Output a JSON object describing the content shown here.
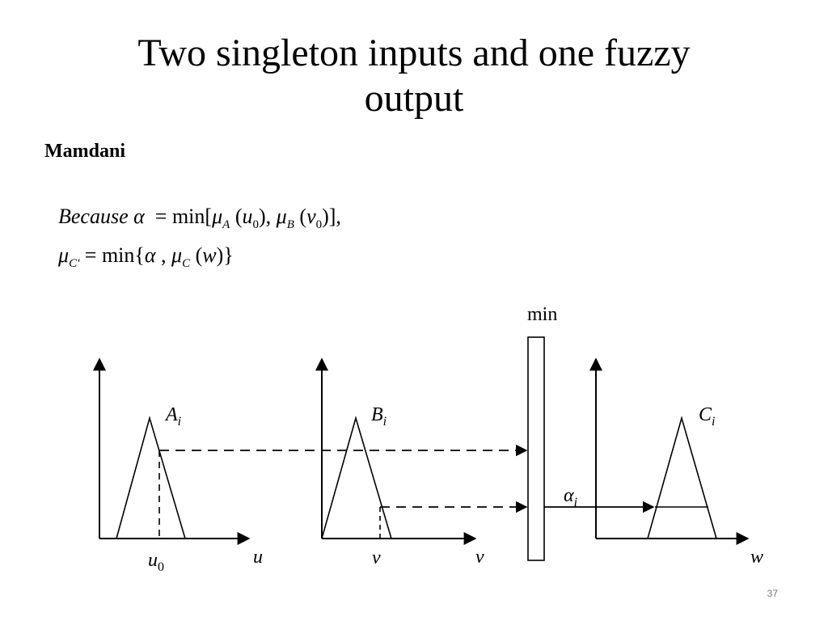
{
  "slide": {
    "title_line1": "Two singleton inputs and one fuzzy",
    "title_line2": "output",
    "subtitle": "Mamdani",
    "page_number": "37"
  },
  "equations": {
    "because": "Because",
    "alpha": "α",
    "min": "min",
    "mu": "μ",
    "sub_A": "A",
    "sub_B": "B",
    "sub_C": "C",
    "sub_Cprime": "C'",
    "u0_base": "u",
    "v0_base": "v",
    "zero": "0",
    "w": "w"
  },
  "diagram": {
    "min_label": "min",
    "A_label": "A",
    "B_label": "B",
    "C_label": "C",
    "index_label": "i",
    "alpha_label": "α",
    "u0_label": "u",
    "u0_sub": "0",
    "u_axis": "u",
    "v_marker": "v",
    "v_axis": "v",
    "w_axis": "w"
  }
}
